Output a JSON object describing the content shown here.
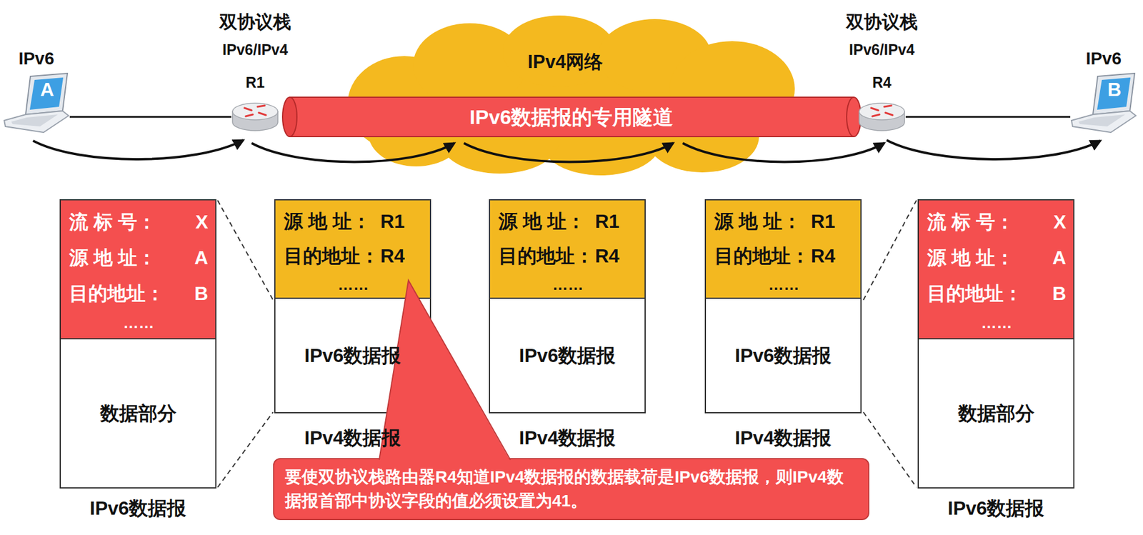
{
  "diagram": {
    "nodes": [
      {
        "text": [
          "IPv6",
          "A"
        ]
      },
      {
        "text": [
          "双协议栈",
          "IPv6/IPv4",
          "R1"
        ]
      },
      {
        "text": [
          "IPv4网络"
        ]
      },
      {
        "text": [
          "IPv6数据报的专用隧道"
        ]
      },
      {
        "text": [
          "双协议栈",
          "IPv6/IPv4",
          "R4"
        ]
      },
      {
        "text": [
          "IPv6",
          "B"
        ]
      },
      {
        "text": [
          "IPv6数据报"
        ]
      },
      {
        "text": [
          "流 标 号：",
          "X",
          "源 地 址：",
          "A",
          "目的地址：",
          "B",
          "……"
        ],
        "in": 6
      },
      {
        "text": [
          "数据部分"
        ],
        "in": 6
      },
      {
        "text": [
          "IPv4数据报"
        ]
      },
      {
        "text": [
          "源 地 址：",
          "R1",
          "目的地址：",
          "R4",
          "……"
        ],
        "in": 9
      },
      {
        "text": [
          "IPv6数据报"
        ],
        "in": 9
      },
      {
        "text": [
          "IPv4数据报"
        ]
      },
      {
        "text": [
          "源 地 址：",
          "R1",
          "目的地址：",
          "R4",
          "……"
        ],
        "in": 12
      },
      {
        "text": [
          "IPv6数据报"
        ],
        "in": 12
      },
      {
        "text": [
          "IPv4数据报"
        ]
      },
      {
        "text": [
          "源 地 址：",
          "R1",
          "目的地址：",
          "R4",
          "……"
        ],
        "in": 15
      },
      {
        "text": [
          "IPv6数据报"
        ],
        "in": 15
      },
      {
        "text": [
          "IPv6数据报"
        ]
      },
      {
        "text": [
          "流 标 号：",
          "X",
          "源 地 址：",
          "A",
          "目的地址：",
          "B",
          "……"
        ],
        "in": 18
      },
      {
        "text": [
          "数据部分"
        ],
        "in": 18
      },
      {
        "text": [
          "要使双协议栈路由器R4知道IPv4数据报的数据载荷是IPv6数据报，则IPv4数据报首部中协议字段的值必须设置为41。"
        ]
      }
    ],
    "edges": [
      {
        "from": 0,
        "to": 1,
        "arrow": "none"
      },
      {
        "from": 4,
        "to": 5,
        "arrow": "none"
      },
      {
        "from": 0,
        "to": 1,
        "arrow": "to"
      },
      {
        "from": 4,
        "to": 5,
        "arrow": "to"
      }
    ]
  }
}
